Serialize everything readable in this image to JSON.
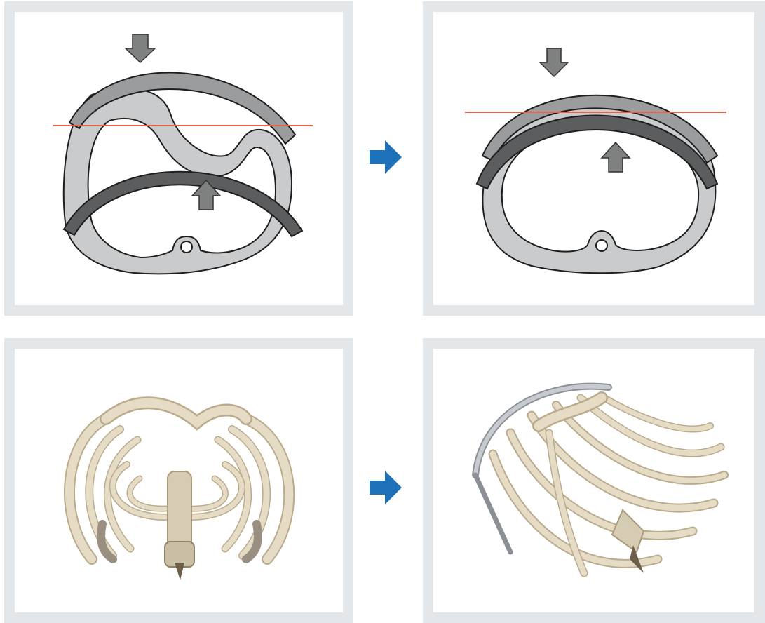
{
  "figure": {
    "panels": [
      {
        "id": "before-diagram",
        "kind": "schematic",
        "state": "before"
      },
      {
        "id": "after-diagram",
        "kind": "schematic",
        "state": "after"
      },
      {
        "id": "before-model",
        "kind": "rib-cage-model",
        "state": "before"
      },
      {
        "id": "after-model",
        "kind": "rib-cage-model-with-bar",
        "state": "after"
      }
    ],
    "arrows": [
      {
        "id": "arrow-top",
        "direction": "right"
      },
      {
        "id": "arrow-bot",
        "direction": "right"
      }
    ]
  },
  "colors": {
    "panel_border": "#e3e7ea",
    "chest_fill": "#c9cbcc",
    "outline": "#1e1e1e",
    "bar_light": "#9b9c9d",
    "bar_dark": "#5c5d5e",
    "force_arrow": "#7f8080",
    "reference_line": "#e8624a",
    "transition_arrow": "#1d71b8",
    "bone": "#e6dcc6",
    "bone_shadow": "#b9ab8c",
    "metal_bar": "#c7cbd0"
  },
  "icons": {
    "transition": "right-arrow-icon",
    "force_down": "down-arrow-icon",
    "force_up": "up-arrow-icon"
  }
}
